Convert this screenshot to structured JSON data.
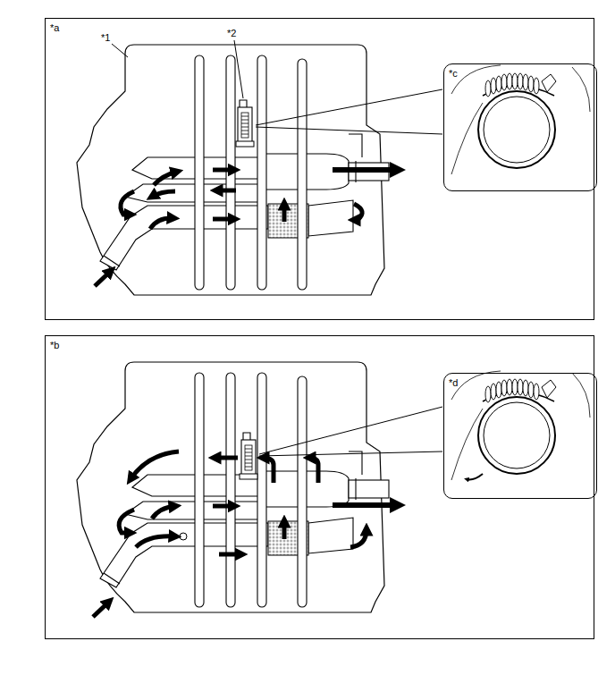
{
  "diagram": {
    "nodes": [
      {
        "text": [
          "*a"
        ]
      },
      {
        "text": [
          "*c"
        ],
        "in": 0
      },
      {
        "text": [
          "*b"
        ]
      },
      {
        "text": [
          "*d"
        ],
        "in": 2
      }
    ],
    "labels": [
      "*1",
      "*2"
    ]
  }
}
